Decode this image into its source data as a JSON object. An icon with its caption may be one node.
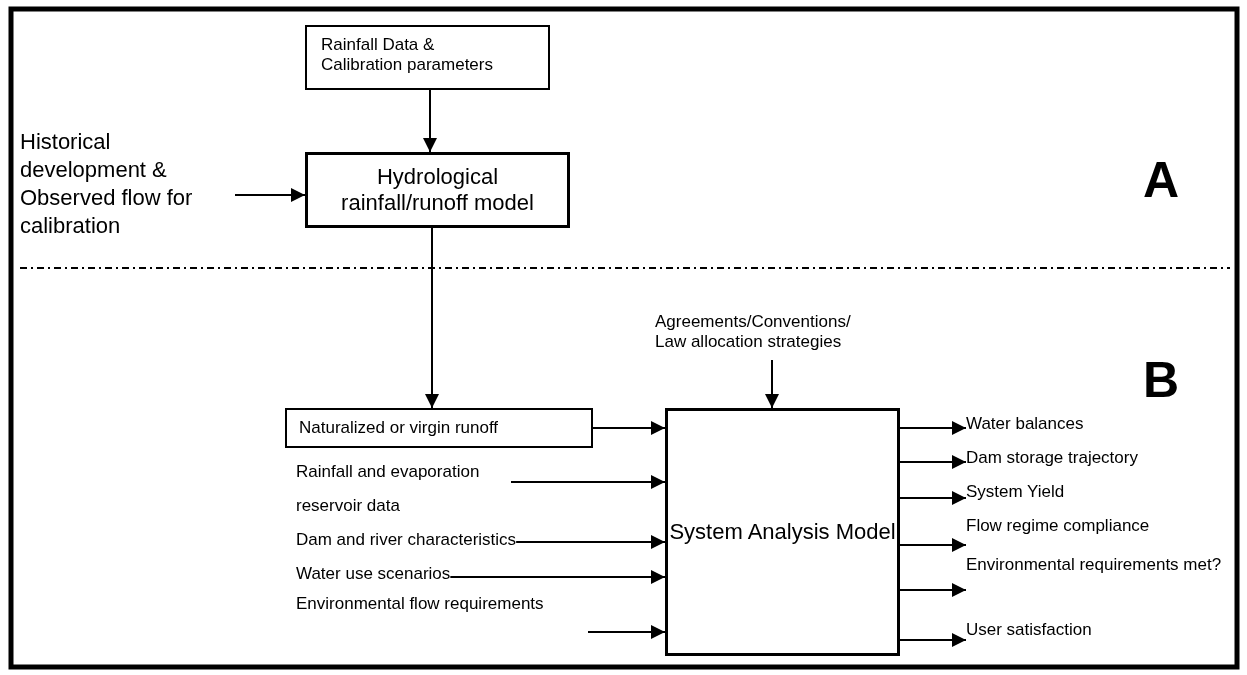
{
  "diagram": {
    "nodes": [
      {
        "text": [
          "Rainfall Data & Calibration parameters"
        ]
      },
      {
        "text": [
          "Hydrological rainfall/runoff model"
        ]
      },
      {
        "text": [
          "Historical development & Observed flow for calibration"
        ]
      },
      {
        "text": [
          "Agreements/Conventions/ Law allocation strategies"
        ]
      },
      {
        "text": [
          "Naturalized or virgin runoff"
        ]
      },
      {
        "text": [
          "Rainfall and evaporation reservoir data"
        ]
      },
      {
        "text": [
          "Dam and river characteristics"
        ]
      },
      {
        "text": [
          "Water use scenarios"
        ]
      },
      {
        "text": [
          "Environmental flow requirements"
        ]
      },
      {
        "text": [
          "System Analysis Model"
        ]
      },
      {
        "text": [
          "Water balances"
        ]
      },
      {
        "text": [
          "Dam storage trajectory"
        ]
      },
      {
        "text": [
          "System Yield"
        ]
      },
      {
        "text": [
          "Flow regime compliance"
        ]
      },
      {
        "text": [
          "Environmental requirements met?"
        ]
      },
      {
        "text": [
          "User satisfaction"
        ]
      }
    ],
    "edges": [
      {
        "from": 0,
        "to": 1,
        "arrow": "to"
      },
      {
        "from": 2,
        "to": 1,
        "arrow": "to"
      },
      {
        "from": 1,
        "to": 4,
        "arrow": "to"
      },
      {
        "from": 3,
        "to": 9,
        "arrow": "to"
      },
      {
        "from": 4,
        "to": 9,
        "arrow": "to"
      },
      {
        "from": 5,
        "to": 9,
        "arrow": "to"
      },
      {
        "from": 6,
        "to": 9,
        "arrow": "to"
      },
      {
        "from": 7,
        "to": 9,
        "arrow": "to"
      },
      {
        "from": 8,
        "to": 9,
        "arrow": "to"
      },
      {
        "from": 9,
        "to": 10,
        "arrow": "to"
      },
      {
        "from": 9,
        "to": 11,
        "arrow": "to"
      },
      {
        "from": 9,
        "to": 12,
        "arrow": "to"
      },
      {
        "from": 9,
        "to": 13,
        "arrow": "to"
      },
      {
        "from": 9,
        "to": 14,
        "arrow": "to"
      },
      {
        "from": 9,
        "to": 15,
        "arrow": "to"
      }
    ],
    "labels": [
      "A",
      "B"
    ]
  }
}
